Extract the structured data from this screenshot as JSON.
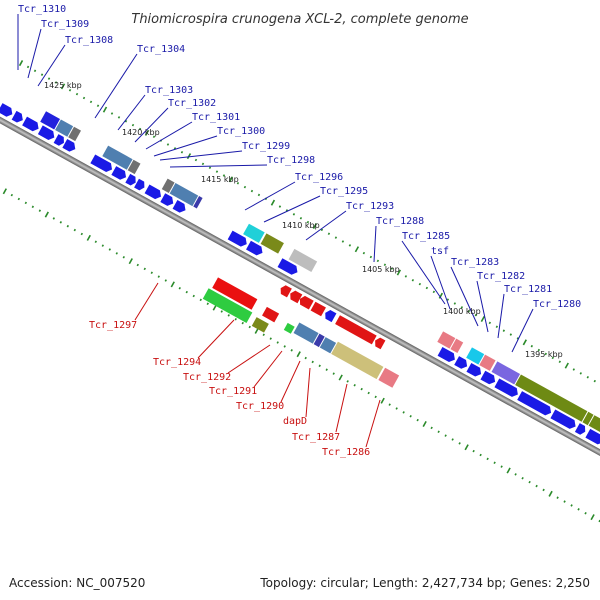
{
  "title": "Thiomicrospira crunogena XCL-2, complete genome",
  "footer": {
    "accession": "Accession: NC_007520",
    "topology": "Topology: circular; Length: 2,427,734 bp; Genes: 2,250"
  },
  "colors": {
    "backbone": "#8c8c8c",
    "forward_arrow": "#1a1ae6",
    "reverse_arrow": "#e01515",
    "tick": "#2a8a2a",
    "label_blue": "#1a1aa8",
    "label_red": "#c81010"
  },
  "kbp_labels": [
    "1425 kbp",
    "1420 kbp",
    "1415 kbp",
    "1410 kbp",
    "1405 kbp",
    "1400 kbp",
    "1395 kbp"
  ],
  "forward_labels": [
    "Tcr_1310",
    "Tcr_1309",
    "Tcr_1308",
    "Tcr_1304",
    "Tcr_1303",
    "Tcr_1302",
    "Tcr_1301",
    "Tcr_1300",
    "Tcr_1299",
    "Tcr_1298",
    "Tcr_1296",
    "Tcr_1295",
    "Tcr_1293",
    "Tcr_1288",
    "Tcr_1285",
    "tsf",
    "Tcr_1283",
    "Tcr_1282",
    "Tcr_1281",
    "Tcr_1280"
  ],
  "reverse_labels": [
    "Tcr_1297",
    "Tcr_1294",
    "Tcr_1292",
    "Tcr_1291",
    "Tcr_1290",
    "dapD",
    "Tcr_1287",
    "Tcr_1286"
  ]
}
